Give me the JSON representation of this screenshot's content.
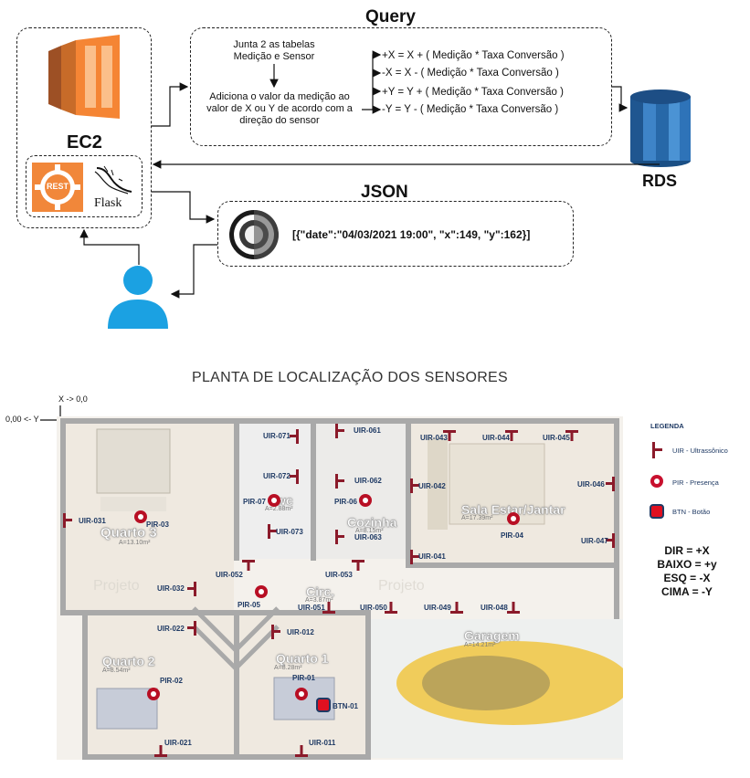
{
  "top": {
    "query_title": "Query",
    "ec2_label": "EC2",
    "rds_label": "RDS",
    "json_title": "JSON",
    "query_step1": "Junta 2 as tabelas Medição e Sensor",
    "query_step2": "Adiciona o valor da medição ao valor de  X ou Y de acordo com a direção do sensor",
    "formulas": [
      "+X =  X + ( Medição * Taxa Conversão )",
      "-X =  X - ( Medição * Taxa Conversão )",
      "+Y = Y + ( Medição * Taxa Conversão )",
      "-Y = Y - ( Medição * Taxa Conversão )"
    ],
    "json_value": "[{\"date\":\"04/03/2021 19:00\", \"x\":149, \"y\":162}]",
    "rest_label": "REST",
    "flask_label": "Flask"
  },
  "plan": {
    "title": "PLANTA DE LOCALIZAÇÃO DOS SENSORES",
    "axis_x": "X -> 0,0",
    "axis_y": "0,00 <- Y",
    "rooms": [
      {
        "name": "Quarto 3",
        "area": "A=13.10m²"
      },
      {
        "name": "wc",
        "area": "A=2.88m²"
      },
      {
        "name": "Cozinha",
        "area": "A=8.15m²"
      },
      {
        "name": "Sala Estar/Jantar",
        "area": "A=17.39m²"
      },
      {
        "name": "Circ.",
        "area": "A=3.87m²"
      },
      {
        "name": "Quarto 2",
        "area": "A=8.54m²"
      },
      {
        "name": "Quarto 1",
        "area": "A=8.28m²"
      },
      {
        "name": "Garagem",
        "area": "A=14.21m²"
      }
    ],
    "uir_sensors": [
      "UIR-031",
      "UIR-071",
      "UIR-072",
      "UIR-073",
      "UIR-061",
      "UIR-062",
      "UIR-063",
      "UIR-043",
      "UIR-044",
      "UIR-045",
      "UIR-042",
      "UIR-046",
      "UIR-047",
      "UIR-041",
      "UIR-032",
      "UIR-052",
      "UIR-053",
      "UIR-051",
      "UIR-050",
      "UIR-049",
      "UIR-048",
      "UIR-022",
      "UIR-012",
      "UIR-021",
      "UIR-011"
    ],
    "pir_sensors": [
      "PIR-03",
      "PIR-07",
      "PIR-06",
      "PIR-04",
      "PIR-05",
      "PIR-02",
      "PIR-01"
    ],
    "btn_sensors": [
      "BTN-01"
    ],
    "legend": {
      "title": "LEGENDA",
      "uir": "UIR - Ultrassônico",
      "pir": "PIR - Presença",
      "btn": "BTN - Botão"
    },
    "directions": [
      "DIR = +X",
      "BAIXO = +y",
      "ESQ = -X",
      "CIMA = -Y"
    ],
    "watermark": "Projeto"
  },
  "colors": {
    "aws_orange": "#f58534",
    "rds_blue": "#2e73b8",
    "user_blue": "#1ba1e2",
    "sensor_red": "#b80f24",
    "uir_marker": "#8b1a2a",
    "legend_navy": "#1f3a64"
  }
}
